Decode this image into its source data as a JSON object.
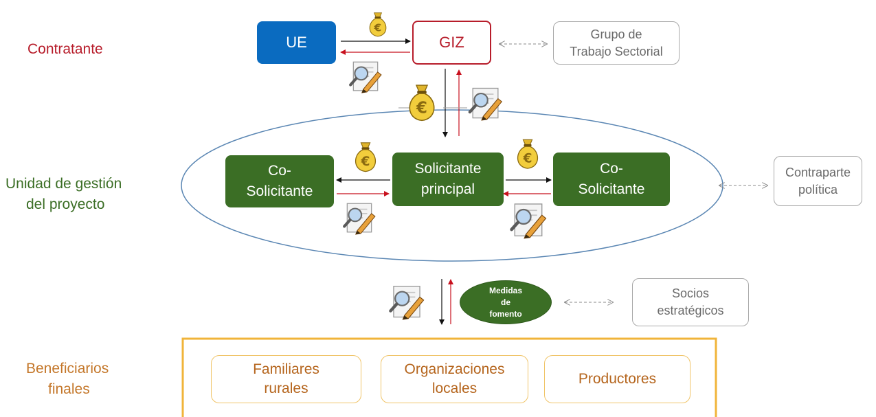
{
  "rows": {
    "contratante": "Contratante",
    "unidad": [
      "Unidad de gestión",
      "del proyecto"
    ],
    "beneficiarios": [
      "Beneficiarios",
      "finales"
    ]
  },
  "nodes": {
    "ue": "UE",
    "giz": "GIZ",
    "grupo": [
      "Grupo de",
      "Trabajo Sectorial"
    ],
    "co_left": [
      "Co-",
      "Solicitante"
    ],
    "principal": [
      "Solicitante",
      "principal"
    ],
    "co_right": [
      "Co-",
      "Solicitante"
    ],
    "contraparte": [
      "Contraparte",
      "política"
    ],
    "medidas": [
      "Medidas",
      "de",
      "fomento"
    ],
    "socios": [
      "Socios",
      "estratégicos"
    ],
    "familiares": [
      "Familiares",
      "rurales"
    ],
    "organizaciones": [
      "Organizaciones",
      "locales"
    ],
    "productores": "Productores"
  },
  "colors": {
    "contratante": "#b71c2a",
    "unidad": "#3b6e25",
    "beneficiarios": "#c4772a",
    "ue_blue": "#0a6bc0",
    "ellipse": "#5a86b3",
    "frame": "#f0b43a"
  },
  "icons": {
    "money": "money-bag-euro-icon",
    "report": "magnifier-pencil-report-icon"
  }
}
